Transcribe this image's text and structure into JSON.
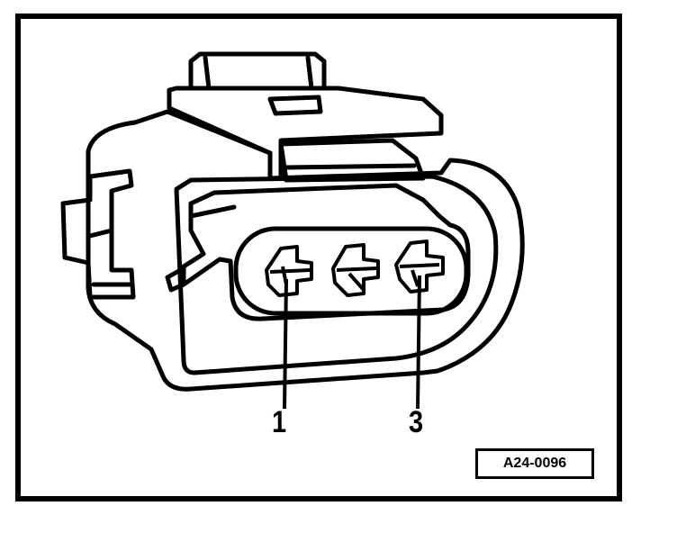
{
  "figure": {
    "callouts": [
      {
        "label": "1"
      },
      {
        "label": "3"
      }
    ],
    "figure_code": "A24-0096"
  },
  "colors": {
    "ink": "#000000",
    "paper": "#ffffff"
  }
}
